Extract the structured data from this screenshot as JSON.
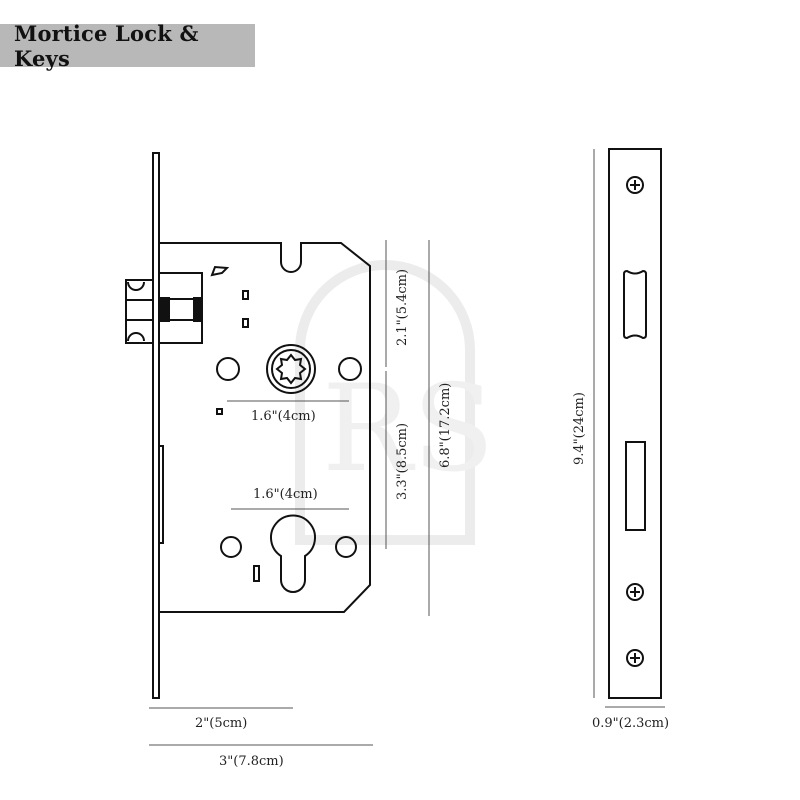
{
  "title": "Mortice Lock & Keys",
  "watermark": "RS",
  "colors": {
    "title_bg": "#b8b8b8",
    "line": "#111111",
    "dimension_line": "#555555",
    "watermark": "#ececec"
  },
  "dimensions": {
    "spindle_to_cylinder": "1.6\"(4cm)",
    "cylinder_width_label": "1.6\"(4cm)",
    "top_to_spindle": "2.1\"(5.4cm)",
    "spindle_to_cylinder_center": "3.3\"(8.5cm)",
    "case_height": "6.8\"(17.2cm)",
    "backset": "2\"(5cm)",
    "overall_depth": "3\"(7.8cm)",
    "faceplate_height": "9.4\"(24cm)",
    "faceplate_width": "0.9\"(2.3cm)"
  }
}
